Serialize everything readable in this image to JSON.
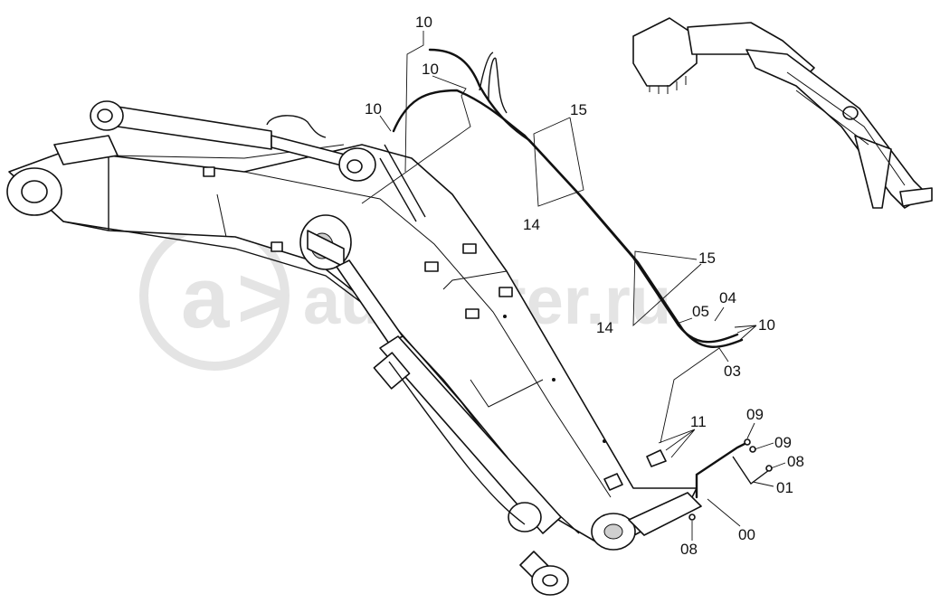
{
  "watermark": {
    "logo_glyph": "a",
    "arrow_glyph": ">",
    "text": "autopiter.ru",
    "color": "#e4e4e4"
  },
  "callouts": {
    "c10_top": "10",
    "c10_upper": "10",
    "c10_left": "10",
    "c15_upper": "15",
    "c14_upper": "14",
    "c15_lower": "15",
    "c04": "04",
    "c05": "05",
    "c14_lower": "14",
    "c10_right": "10",
    "c03": "03",
    "c11": "11",
    "c09_a": "09",
    "c09_b": "09",
    "c08_right": "08",
    "c01": "01",
    "c00": "00",
    "c08_bottom": "08"
  },
  "colors": {
    "line": "#111111",
    "background": "#ffffff",
    "shade": "#cfcfcf"
  }
}
